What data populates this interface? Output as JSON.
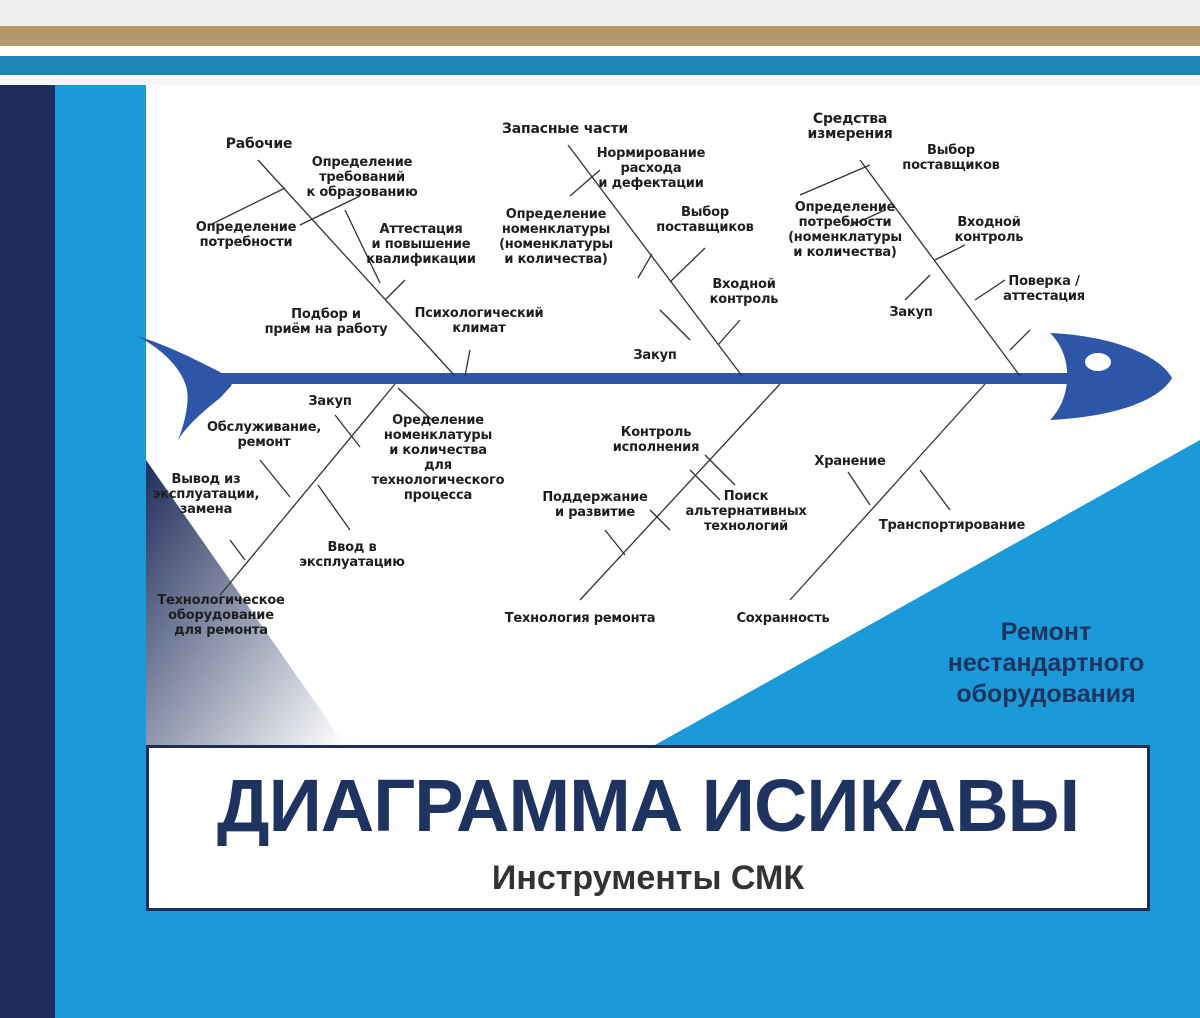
{
  "colors": {
    "navy": "#1f2d5a",
    "sky_blue": "#1a9ad8",
    "spine_blue": "#2e56a8",
    "gold": "#b3966a",
    "teal": "#1d86b7"
  },
  "diagram": {
    "labels": {
      "workers": "Рабочие",
      "req_education": "Определение\nтребований\nк образованию",
      "need_definition": "Определение\nпотребности",
      "certification": "Аттестация\nи повышение\nквалификации",
      "hiring": "Подбор и\nприём на работу",
      "psych_climate": "Психологический\nклимат",
      "spare_parts": "Запасные части",
      "consumption_norm": "Нормирование\nрасхода\nи дефектации",
      "nomenclature_def": "Определение\nноменклатуры\n(номенклатуры\nи количества)",
      "supplier_choice_1": "Выбор\nпоставщиков",
      "incoming_control_1": "Входной\nконтроль",
      "purchase_1": "Закуп",
      "measuring_tools": "Средства\nизмерения",
      "supplier_choice_2": "Выбор\nпоставщиков",
      "need_def_2": "Определение\nпотребности\n(номенклатуры\nи количества)",
      "incoming_control_2": "Входной\nконтроль",
      "verification": "Поверка /\nаттестация",
      "purchase_2": "Закуп",
      "purchase_3": "Закуп",
      "service_repair": "Обслуживание,\nремонт",
      "decommission": "Вывод из\nэксплуатации,\nзамена",
      "commissioning": "Ввод в\nэксплуатацию",
      "tech_equipment": "Технологическое\nоборудование\nдля ремонта",
      "nomenclature_process": "Оределение\nноменклатуры\nи количества\nдля\nтехнологического\nпроцесса",
      "exec_control": "Контроль\nисполнения",
      "support_dev": "Поддержание\nи развитие",
      "alt_tech": "Поиск\nальтернативных\nтехнологий",
      "repair_tech": "Технология ремонта",
      "storage": "Хранение",
      "transport": "Транспортирование",
      "preservation": "Сохранность"
    }
  },
  "corner_text": "Ремонт\nнестандартного\nоборудования",
  "title": "ДИАГРАММА ИСИКАВЫ",
  "subtitle": "Инструменты  СМК"
}
